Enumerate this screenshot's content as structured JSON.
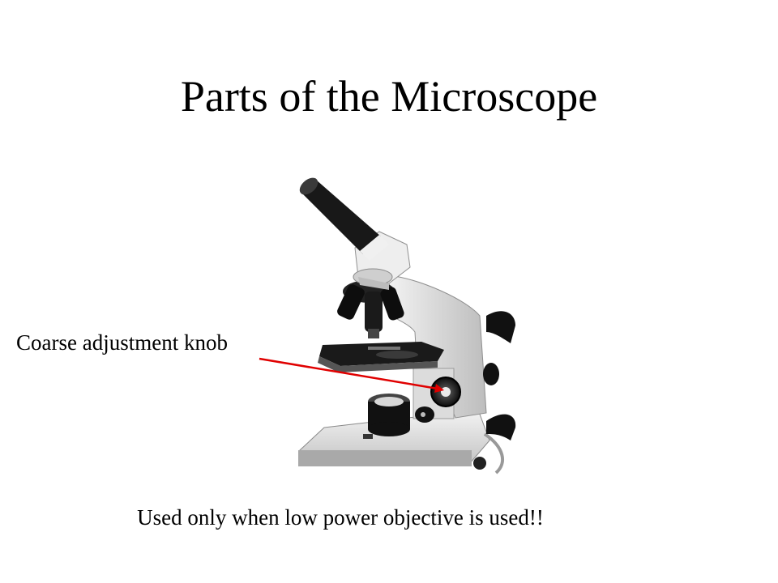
{
  "slide": {
    "title": "Parts of the Microscope",
    "callout_label": "Coarse adjustment knob",
    "note": "Used only when low power objective is used!!"
  },
  "image": {
    "subject": "microscope-illustration"
  },
  "colors": {
    "pointer": "#e00000",
    "background": "#ffffff",
    "text": "#000000"
  }
}
